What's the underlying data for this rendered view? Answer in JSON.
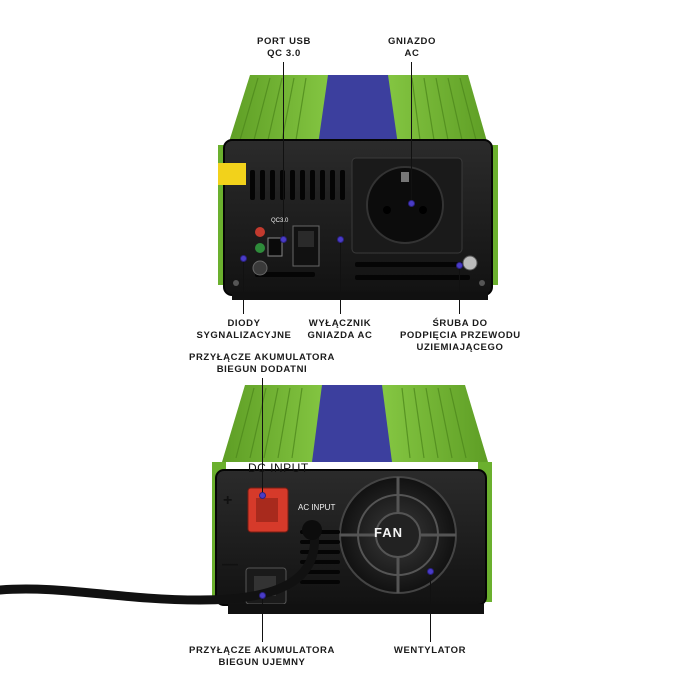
{
  "top_device": {
    "labels": {
      "usb_port": [
        "PORT USB",
        "QC 3.0"
      ],
      "ac_socket": [
        "GNIAZDO",
        "AC"
      ],
      "signal_diodes": [
        "DIODY",
        "SYGNALIZACYJNE"
      ],
      "ac_switch": [
        "WYŁĄCZNIK",
        "GNIAZDA AC"
      ],
      "ground_screw": [
        "ŚRUBA DO",
        "PODPIĘCIA PRZEWODU",
        "UZIEMIAJĄCEGO"
      ]
    },
    "qc_marking": "QC3.0"
  },
  "bottom_device": {
    "labels": {
      "positive_terminal": [
        "PRZYŁĄCZE AKUMULATORA",
        "BIEGUN DODATNI"
      ],
      "negative_terminal": [
        "PRZYŁĄCZE AKUMULATORA",
        "BIEGUN UJEMNY"
      ],
      "fan": [
        "WENTYLATOR"
      ]
    },
    "markings": {
      "dc_input": "DC INPUT",
      "ac_input": "AC INPUT",
      "fan": "FAN",
      "plus": "+",
      "minus": "—"
    }
  },
  "colors": {
    "body_green": "#7cc13b",
    "panel_black": "#1c1c1c",
    "stripe_blue": "#3c3f9e",
    "marker_purple": "#4a3cc7",
    "terminal_red": "#d63a2a"
  }
}
